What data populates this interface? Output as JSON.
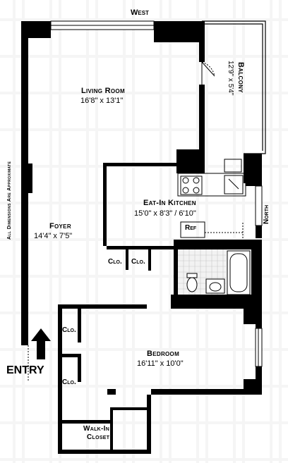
{
  "compass": {
    "west": "West",
    "north": "North"
  },
  "disclaimer": "All Dimensions Are Approximate",
  "entry": "ENTRY",
  "rooms": {
    "living_room": {
      "name": "Living Room",
      "dims": "16'8\" x 13'1\""
    },
    "balcony": {
      "name": "Balcony",
      "dims": "12'9\" x 5'4\""
    },
    "kitchen": {
      "name": "Eat-In Kitchen",
      "dims": "15'0\" x 8'3\" / 6'10\""
    },
    "foyer": {
      "name": "Foyer",
      "dims": "14'4\" x 7'5\""
    },
    "bedroom": {
      "name": "Bedroom",
      "dims": "16'11\" x 10'0\""
    },
    "walk_in_closet": {
      "name_line1": "Walk-In",
      "name_line2": "Closet"
    }
  },
  "closets": {
    "clo1": "Clo.",
    "clo2": "Clo.",
    "clo3": "Clo.",
    "clo4": "Clo."
  },
  "fixtures": {
    "ref": "Ref"
  }
}
